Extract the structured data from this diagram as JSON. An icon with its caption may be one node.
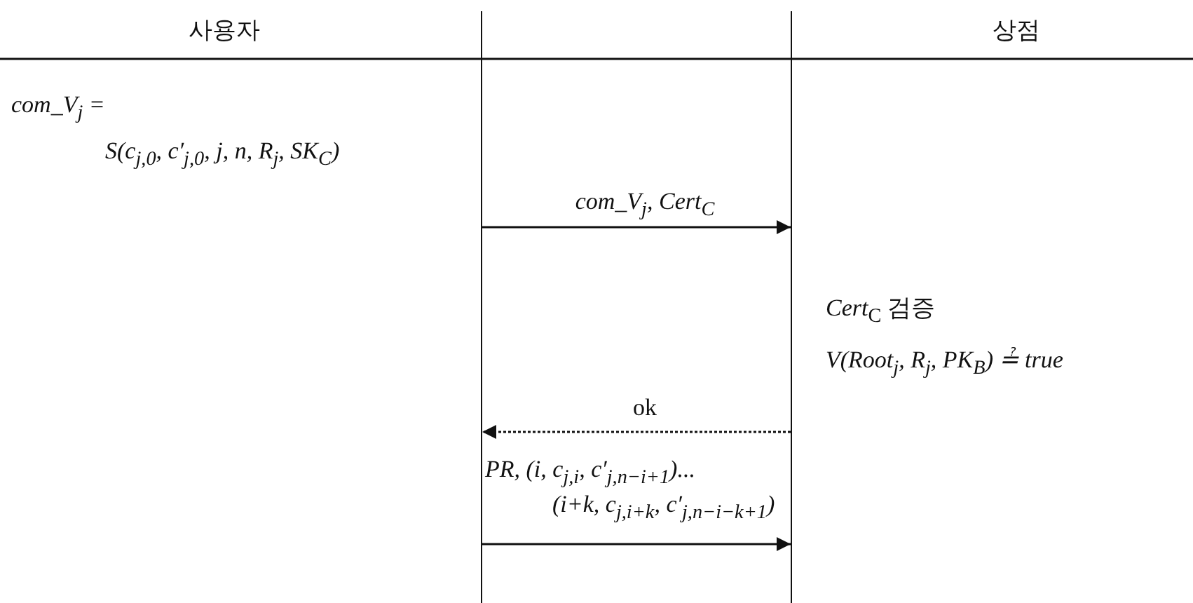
{
  "diagram": {
    "nodes": [
      {
        "text": [
          "사용자",
          "com_V$_{j}$ = S(c$_{j,0}$, c′$_{j,0}$, j, n, R$_{j}$, SK$_{C}$)"
        ]
      },
      {
        "text": [
          "상점",
          "*Cert*$_{C}$ 검증",
          "V(Root$_{j}$, R$_{j}$, PK$_{B}$) ≟ true"
        ]
      }
    ],
    "edges": [
      {
        "from": 0,
        "to": 1,
        "arrow": "to",
        "label": "com_V$_{j}$, Cert$_{C}$"
      },
      {
        "from": 1,
        "to": 0,
        "arrow": "to",
        "label": "ok",
        "style": "dashed"
      },
      {
        "from": 0,
        "to": 1,
        "arrow": "to",
        "label": "PR, (i, c$_{j,i}$, c′$_{j,n−i+1}$)... (i+k, c$_{j,i+k}$, c′$_{j,n−i−k+1}$)"
      }
    ]
  }
}
